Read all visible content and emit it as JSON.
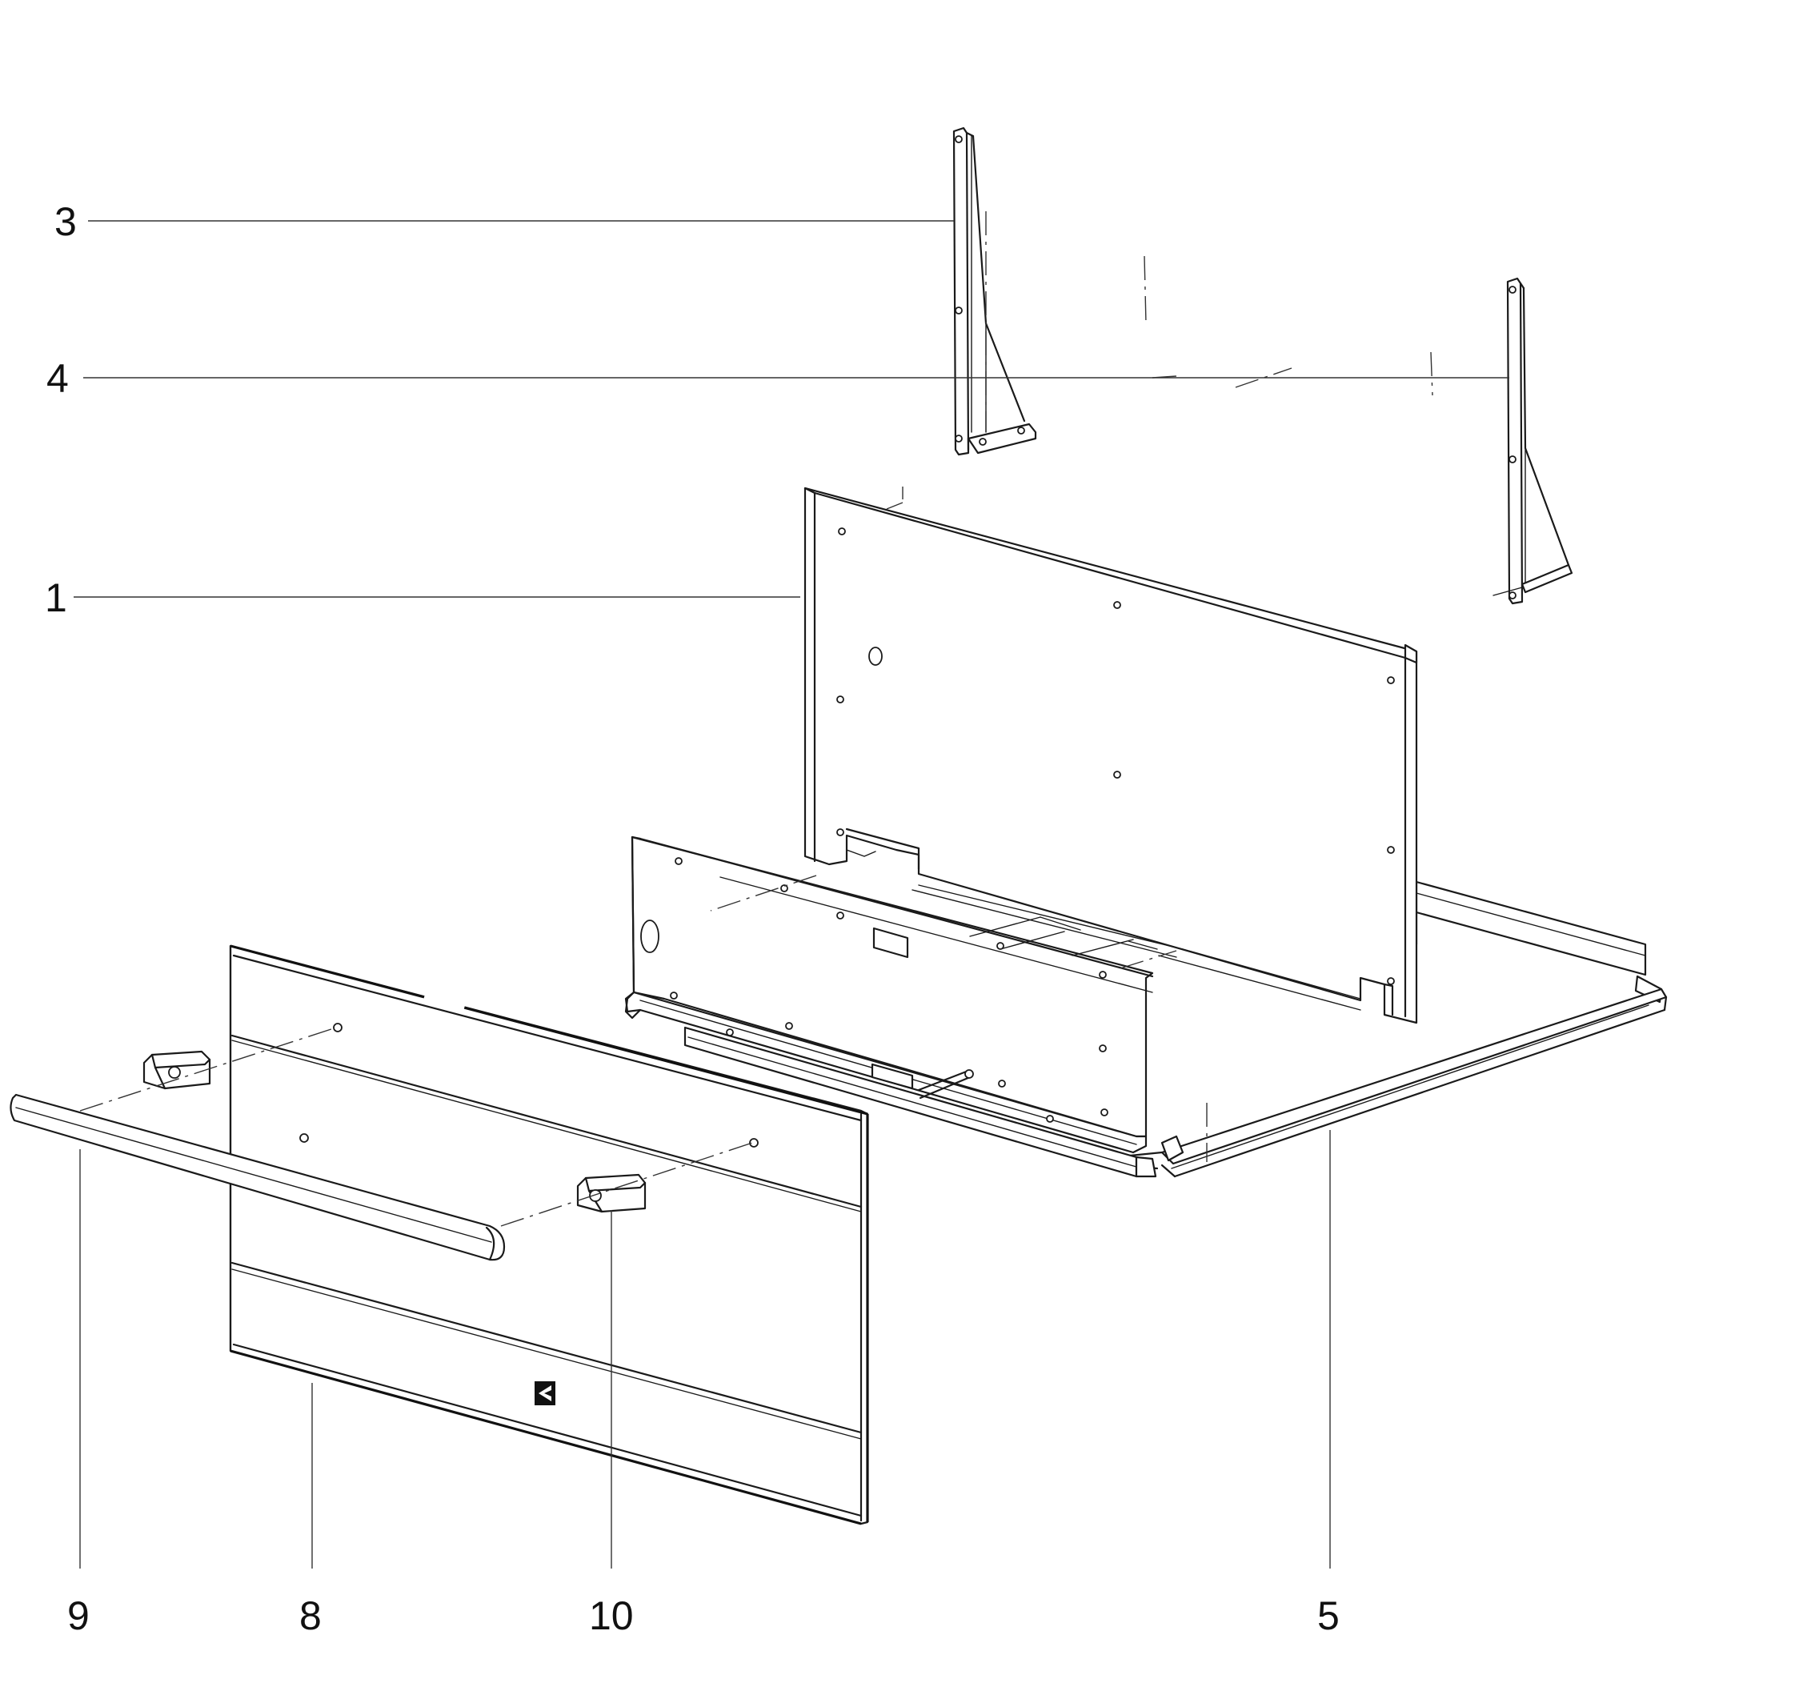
{
  "callouts": {
    "c1": "1",
    "c3": "3",
    "c4": "4",
    "c5": "5",
    "c8": "8",
    "c9": "9",
    "c10": "10"
  },
  "colors": {
    "line": "#1a1a1a",
    "background": "#ffffff"
  },
  "icons": {
    "logo": "electrolux-logo-icon"
  }
}
